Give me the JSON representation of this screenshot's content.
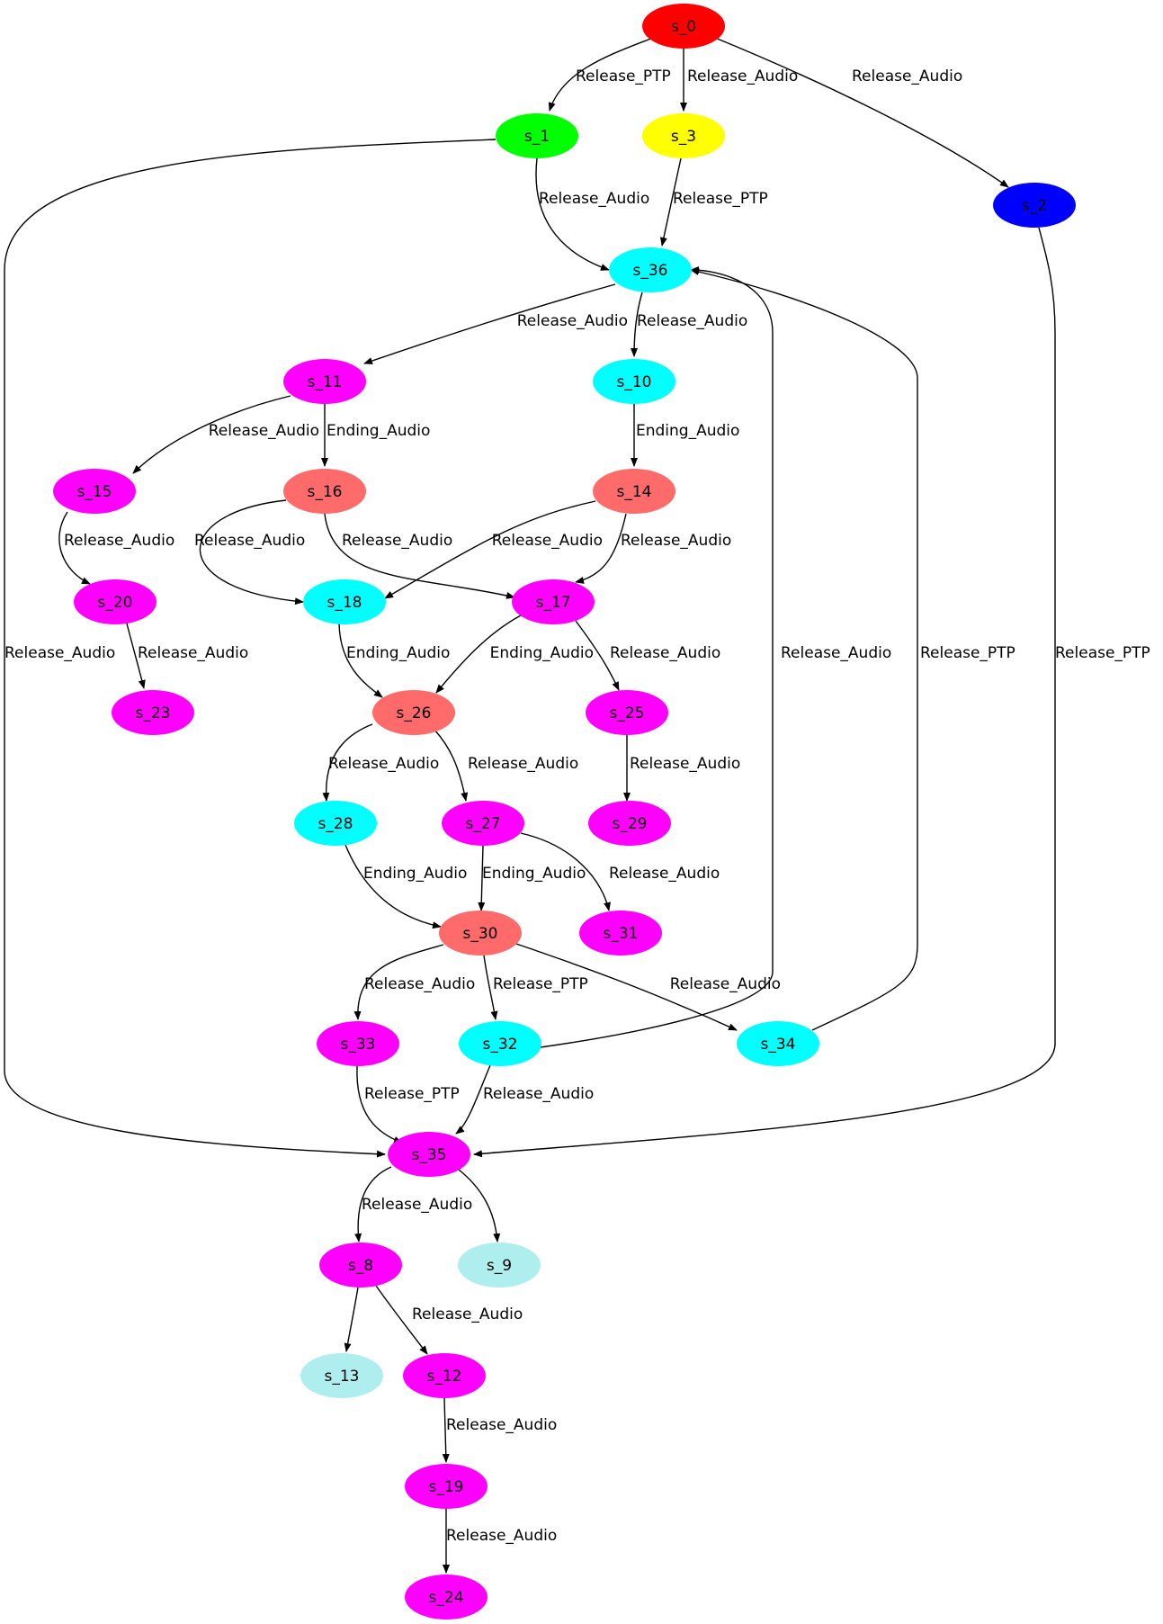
{
  "nodes": [
    {
      "id": "s_0",
      "label": "s_0",
      "color": "#ff0000"
    },
    {
      "id": "s_1",
      "label": "s_1",
      "color": "#00ff00"
    },
    {
      "id": "s_3",
      "label": "s_3",
      "color": "#ffff00"
    },
    {
      "id": "s_2",
      "label": "s_2",
      "color": "#0000ff"
    },
    {
      "id": "s_36",
      "label": "s_36",
      "color": "#00ffff"
    },
    {
      "id": "s_11",
      "label": "s_11",
      "color": "#ff00ff"
    },
    {
      "id": "s_10",
      "label": "s_10",
      "color": "#00ffff"
    },
    {
      "id": "s_15",
      "label": "s_15",
      "color": "#ff00ff"
    },
    {
      "id": "s_16",
      "label": "s_16",
      "color": "#ff6a6a"
    },
    {
      "id": "s_14",
      "label": "s_14",
      "color": "#ff6a6a"
    },
    {
      "id": "s_20",
      "label": "s_20",
      "color": "#ff00ff"
    },
    {
      "id": "s_18",
      "label": "s_18",
      "color": "#00ffff"
    },
    {
      "id": "s_17",
      "label": "s_17",
      "color": "#ff00ff"
    },
    {
      "id": "s_23",
      "label": "s_23",
      "color": "#ff00ff"
    },
    {
      "id": "s_26",
      "label": "s_26",
      "color": "#ff6a6a"
    },
    {
      "id": "s_25",
      "label": "s_25",
      "color": "#ff00ff"
    },
    {
      "id": "s_28",
      "label": "s_28",
      "color": "#00ffff"
    },
    {
      "id": "s_27",
      "label": "s_27",
      "color": "#ff00ff"
    },
    {
      "id": "s_29",
      "label": "s_29",
      "color": "#ff00ff"
    },
    {
      "id": "s_30",
      "label": "s_30",
      "color": "#ff6a6a"
    },
    {
      "id": "s_31",
      "label": "s_31",
      "color": "#ff00ff"
    },
    {
      "id": "s_33",
      "label": "s_33",
      "color": "#ff00ff"
    },
    {
      "id": "s_32",
      "label": "s_32",
      "color": "#00ffff"
    },
    {
      "id": "s_34",
      "label": "s_34",
      "color": "#00ffff"
    },
    {
      "id": "s_35",
      "label": "s_35",
      "color": "#ff00ff"
    },
    {
      "id": "s_8",
      "label": "s_8",
      "color": "#ff00ff"
    },
    {
      "id": "s_9",
      "label": "s_9",
      "color": "#afeeee"
    },
    {
      "id": "s_13",
      "label": "s_13",
      "color": "#afeeee"
    },
    {
      "id": "s_12",
      "label": "s_12",
      "color": "#ff00ff"
    },
    {
      "id": "s_19",
      "label": "s_19",
      "color": "#ff00ff"
    },
    {
      "id": "s_24",
      "label": "s_24",
      "color": "#ff00ff"
    }
  ],
  "edges": [
    {
      "from": "s_0",
      "to": "s_1",
      "label": "Release_PTP"
    },
    {
      "from": "s_0",
      "to": "s_3",
      "label": "Release_Audio"
    },
    {
      "from": "s_0",
      "to": "s_2",
      "label": "Release_Audio"
    },
    {
      "from": "s_1",
      "to": "s_36",
      "label": "Release_Audio"
    },
    {
      "from": "s_1",
      "to": "s_35",
      "label": "Release_Audio"
    },
    {
      "from": "s_3",
      "to": "s_36",
      "label": "Release_PTP"
    },
    {
      "from": "s_2",
      "to": "s_35",
      "label": "Release_PTP"
    },
    {
      "from": "s_36",
      "to": "s_11",
      "label": "Release_Audio"
    },
    {
      "from": "s_36",
      "to": "s_10",
      "label": "Release_Audio"
    },
    {
      "from": "s_11",
      "to": "s_15",
      "label": "Release_Audio"
    },
    {
      "from": "s_11",
      "to": "s_16",
      "label": "Ending_Audio"
    },
    {
      "from": "s_10",
      "to": "s_14",
      "label": "Ending_Audio"
    },
    {
      "from": "s_15",
      "to": "s_20",
      "label": "Release_Audio"
    },
    {
      "from": "s_16",
      "to": "s_18",
      "label": "Release_Audio"
    },
    {
      "from": "s_16",
      "to": "s_17",
      "label": "Release_Audio"
    },
    {
      "from": "s_14",
      "to": "s_18",
      "label": "Release_Audio"
    },
    {
      "from": "s_14",
      "to": "s_17",
      "label": "Release_Audio"
    },
    {
      "from": "s_20",
      "to": "s_23",
      "label": "Release_Audio"
    },
    {
      "from": "s_18",
      "to": "s_26",
      "label": "Ending_Audio"
    },
    {
      "from": "s_17",
      "to": "s_26",
      "label": "Ending_Audio"
    },
    {
      "from": "s_17",
      "to": "s_25",
      "label": "Release_Audio"
    },
    {
      "from": "s_26",
      "to": "s_28",
      "label": "Release_Audio"
    },
    {
      "from": "s_26",
      "to": "s_27",
      "label": "Release_Audio"
    },
    {
      "from": "s_25",
      "to": "s_29",
      "label": "Release_Audio"
    },
    {
      "from": "s_28",
      "to": "s_30",
      "label": "Ending_Audio"
    },
    {
      "from": "s_27",
      "to": "s_30",
      "label": "Ending_Audio"
    },
    {
      "from": "s_27",
      "to": "s_31",
      "label": "Release_Audio"
    },
    {
      "from": "s_30",
      "to": "s_33",
      "label": "Release_Audio"
    },
    {
      "from": "s_30",
      "to": "s_32",
      "label": "Release_PTP"
    },
    {
      "from": "s_30",
      "to": "s_34",
      "label": "Release_Audio"
    },
    {
      "from": "s_32",
      "to": "s_36",
      "label": "Release_Audio"
    },
    {
      "from": "s_34",
      "to": "s_36",
      "label": "Release_PTP"
    },
    {
      "from": "s_33",
      "to": "s_35",
      "label": "Release_PTP"
    },
    {
      "from": "s_32",
      "to": "s_35",
      "label": "Release_Audio"
    },
    {
      "from": "s_35",
      "to": "s_8",
      "label": "Release_Audio"
    },
    {
      "from": "s_35",
      "to": "s_9",
      "label": ""
    },
    {
      "from": "s_8",
      "to": "s_13",
      "label": ""
    },
    {
      "from": "s_8",
      "to": "s_12",
      "label": "Release_Audio"
    },
    {
      "from": "s_12",
      "to": "s_19",
      "label": "Release_Audio"
    },
    {
      "from": "s_19",
      "to": "s_24",
      "label": "Release_Audio"
    }
  ]
}
